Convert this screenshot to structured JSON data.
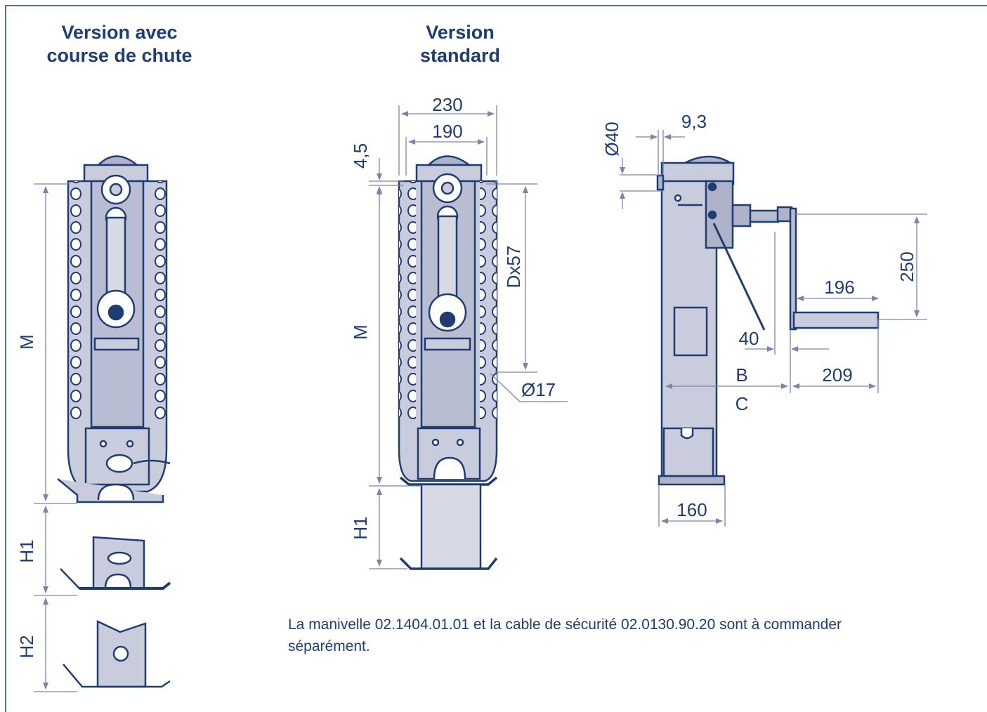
{
  "titles": {
    "left": [
      "Version avec",
      "course de chute"
    ],
    "middle": [
      "Version",
      "standard"
    ]
  },
  "dimensions": {
    "m": "M",
    "h1": "H1",
    "h2": "H2",
    "w230": "230",
    "w190": "190",
    "d45": "4,5",
    "dx57": "Dx57",
    "d17": "Ø17",
    "d40": "Ø40",
    "d93": "9,3",
    "d250": "250",
    "d196": "196",
    "d40b": "40",
    "b": "B",
    "d209": "209",
    "c": "C",
    "d160": "160"
  },
  "note": "La manivelle 02.1404.01.01 et la cable de sécurité 02.0130.90.20 sont à commander séparément.",
  "colors": {
    "outline": "#1f3d72",
    "body": "#c9ccdc",
    "body_dark": "#aeb3c9",
    "dim_line": "#7c85a8"
  }
}
